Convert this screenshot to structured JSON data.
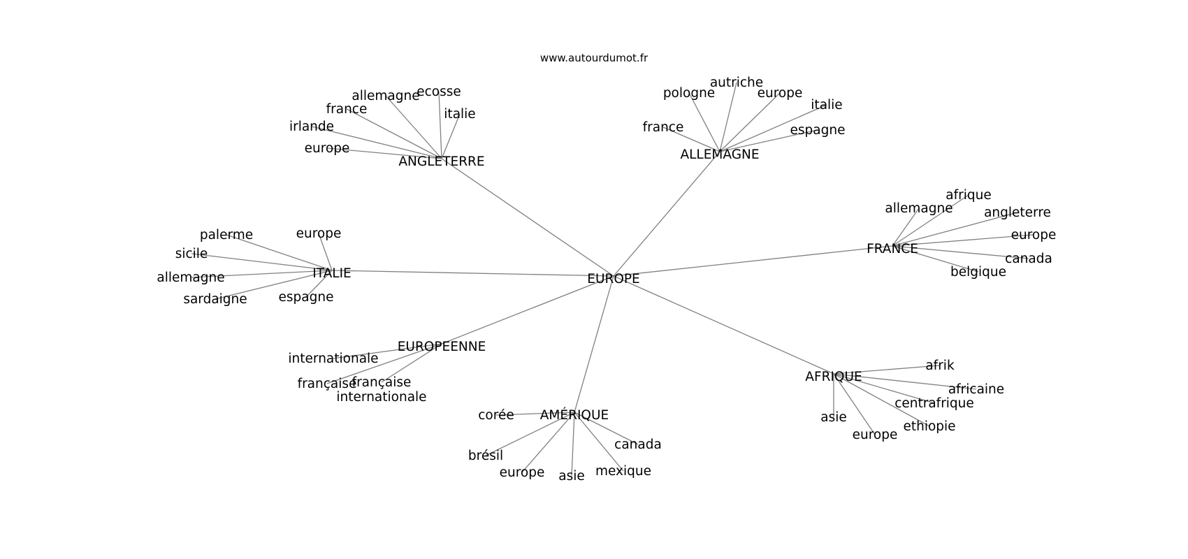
{
  "diagram": {
    "site_url": "www.autourdumot.fr",
    "root": "EUROPE",
    "hubs": [
      {
        "id": "angleterre",
        "label": "ANGLETERRE",
        "leaves": [
          "ecosse",
          "allemagne",
          "italie",
          "france",
          "irlande",
          "europe"
        ]
      },
      {
        "id": "allemagne",
        "label": "ALLEMAGNE",
        "leaves": [
          "autriche",
          "pologne",
          "europe",
          "italie",
          "france",
          "espagne"
        ]
      },
      {
        "id": "france",
        "label": "FRANCE",
        "leaves": [
          "afrique",
          "allemagne",
          "angleterre",
          "europe",
          "canada",
          "belgique"
        ]
      },
      {
        "id": "italie",
        "label": "ITALIE",
        "leaves": [
          "palerme",
          "europe",
          "sicile",
          "allemagne",
          "sardaigne",
          "espagne"
        ]
      },
      {
        "id": "europeenne",
        "label": "EUROPEENNE",
        "leaves": [
          "internationale",
          "française",
          "française internationale"
        ]
      },
      {
        "id": "amerique",
        "label": "AMÉRIQUE",
        "leaves": [
          "corée",
          "canada",
          "brésil",
          "europe",
          "asie",
          "mexique"
        ]
      },
      {
        "id": "afrique",
        "label": "AFRIQUE",
        "leaves": [
          "afrik",
          "africaine",
          "centrafrique",
          "asie",
          "ethiopie",
          "europe"
        ]
      }
    ]
  }
}
